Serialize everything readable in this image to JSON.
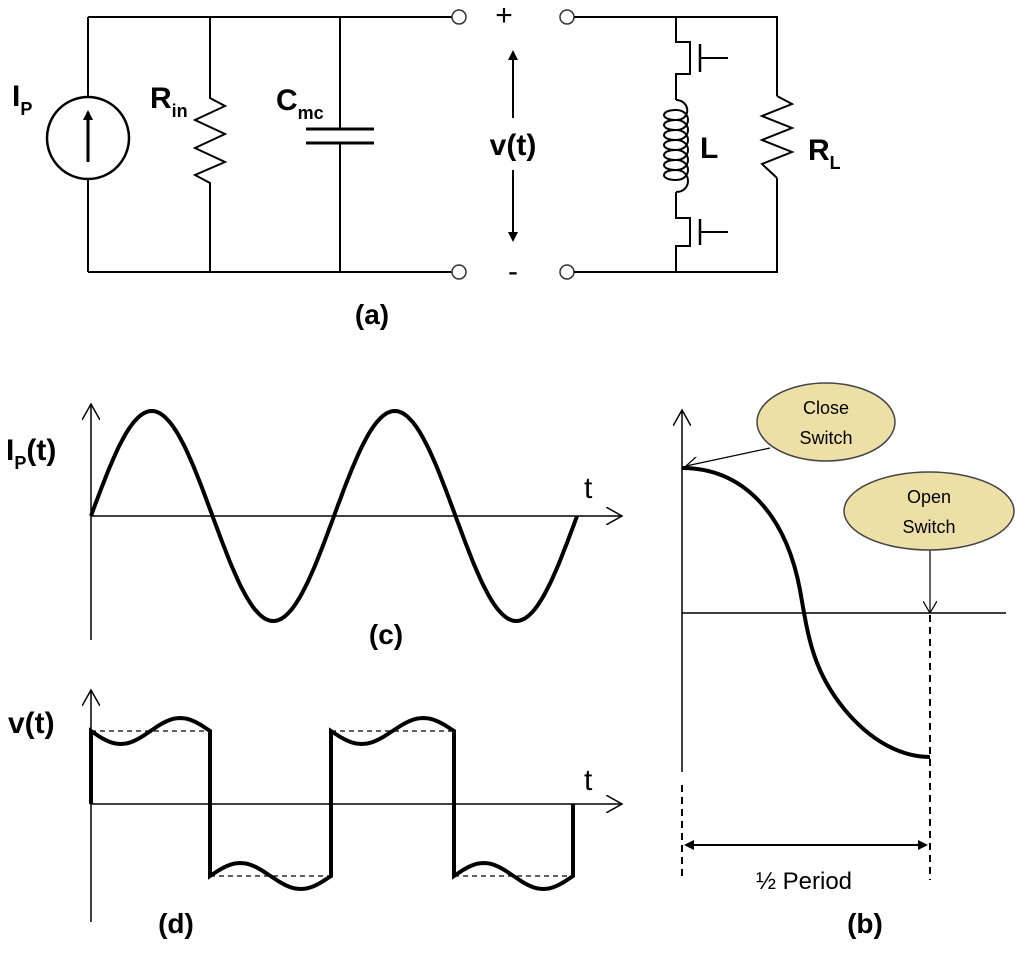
{
  "circuit": {
    "source_label": "I",
    "source_sub": "P",
    "rin_label": "R",
    "rin_sub": "in",
    "cmc_label": "C",
    "cmc_sub": "mc",
    "voltage_label": "v(t)",
    "plus": "+",
    "minus": "-",
    "inductor_label": "L",
    "load_label": "R",
    "load_sub": "L",
    "caption": "(a)"
  },
  "panel_c": {
    "ylabel": "I",
    "ylabel_sub": "P",
    "ylabel_tail": "(t)",
    "xlabel": "t",
    "caption": "(c)"
  },
  "panel_d": {
    "ylabel": "v(t)",
    "xlabel": "t",
    "caption": "(d)"
  },
  "panel_b": {
    "callout_close_line1": "Close",
    "callout_close_line2": "Switch",
    "callout_open_line1": "Open",
    "callout_open_line2": "Switch",
    "span_label": "½ Period",
    "caption": "(b)"
  },
  "colors": {
    "callout_fill": "#ede0a6",
    "ink": "#000000"
  }
}
